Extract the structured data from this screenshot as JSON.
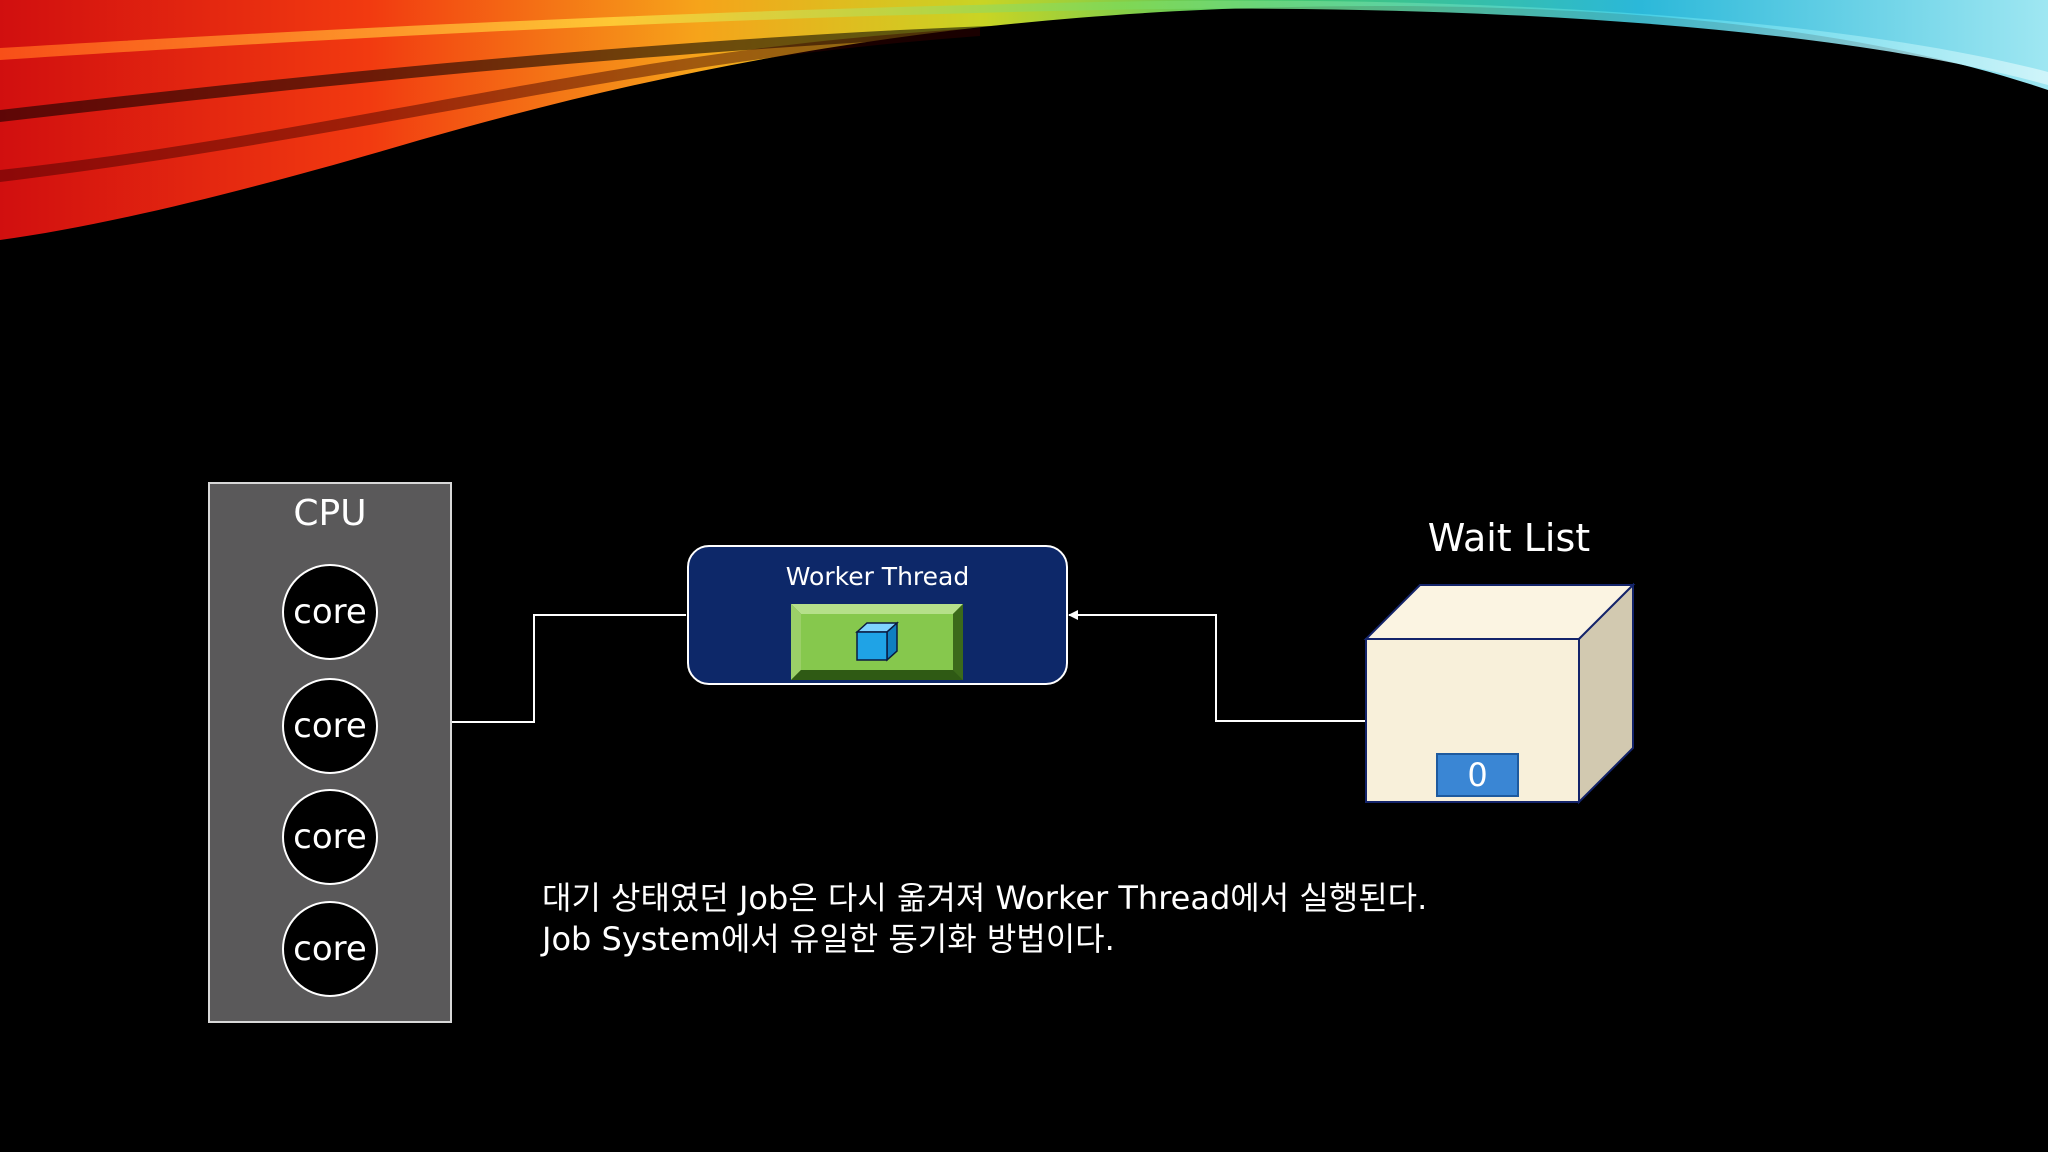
{
  "cpu": {
    "title": "CPU",
    "cores": [
      "core",
      "core",
      "core",
      "core"
    ]
  },
  "worker": {
    "title": "Worker Thread",
    "job_color": "#1fa3e6",
    "slot_color": "#86c84d"
  },
  "wait_list": {
    "title": "Wait List",
    "count": "0"
  },
  "caption": {
    "line1": "대기 상태였던 Job은 다시 옮겨져 Worker Thread에서 실행된다.",
    "line2": "Job System에서 유일한 동기화 방법이다."
  },
  "colors": {
    "background": "#000000",
    "cpu_panel": "#5a595a",
    "worker_panel": "#0d2869",
    "wait_box": "#f8f0da"
  }
}
